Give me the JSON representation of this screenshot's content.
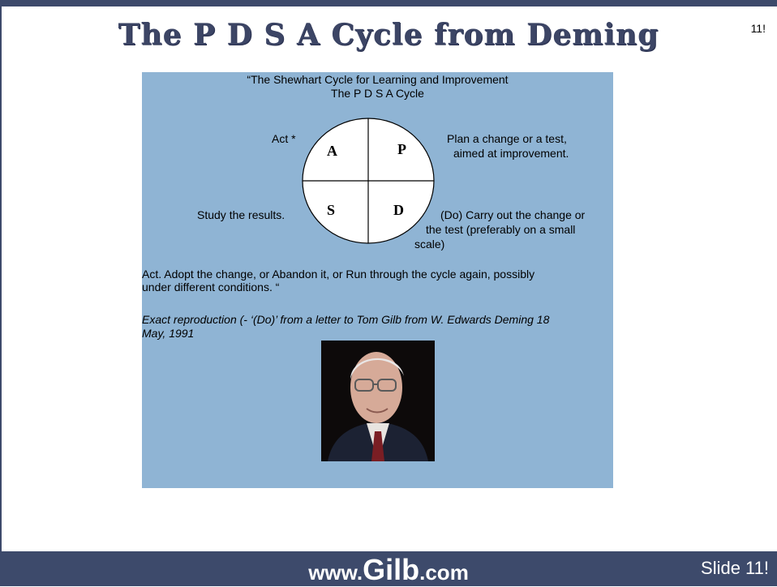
{
  "slide": {
    "title": "The P D S A Cycle from Deming",
    "page_number_top": "11!",
    "quote_header_line1": "“The Shewhart Cycle for Learning and Improvement",
    "quote_header_line2": "The P D S A Cycle",
    "cycle": {
      "quadrant_a": "A",
      "quadrant_p": "P",
      "quadrant_s": "S",
      "quadrant_d": "D",
      "act_label": "Act  *",
      "plan_line1": "Plan a change or a test,",
      "plan_line2": "aimed at improvement.",
      "study_label": "Study the results.",
      "do_line1": "(Do) Carry out the change or",
      "do_line2": "the test (preferably on a small",
      "do_line3": "scale)"
    },
    "act_line1": "Act. Adopt the change, or Abandon it, or Run through the cycle again, possibly",
    "act_line2": "under different conditions. “",
    "source_line1": "Exact reproduction (- ‘(Do)’ from a letter to Tom Gilb from W. Edwards Deming 18",
    "source_line2": "May, 1991"
  },
  "footer": {
    "site_prefix": "www.",
    "site_name": "Gilb",
    "site_suffix": ".com",
    "slide_label": "Slide   11!"
  },
  "colors": {
    "bar": "#3d4a6b",
    "panel": "#8fb4d4",
    "title": "#3c4565"
  }
}
